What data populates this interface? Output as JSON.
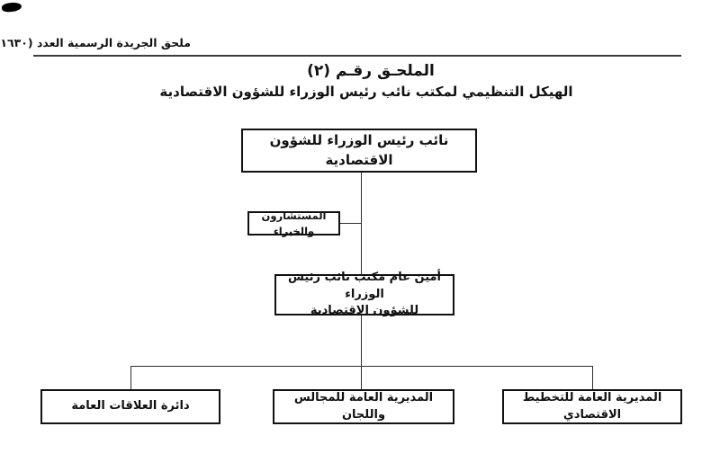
{
  "header": {
    "gazette_note": "ملحق الجريدة الرسمية العدد (١٦٣٠)"
  },
  "titles": {
    "annex": "الملحـق رقـم (٢)",
    "subtitle": "الهيكل التنظيمي لمكتب نائب رئيس الوزراء للشؤون الاقتصادية"
  },
  "org_chart": {
    "type": "org-chart",
    "root": {
      "label": "نائب رئيس الوزراء للشؤون الاقتصادية"
    },
    "advisors": {
      "label": "المستشارون والخبراء"
    },
    "secretary": {
      "line1": "أمين عام مكتب نائب رئيس الوزراء",
      "line2": "للشؤون الاقتصادية"
    },
    "departments": [
      {
        "label": "المديرية العامة للتخطيط الاقتصادي"
      },
      {
        "label": "المديرية العامة للمجالس واللجان"
      },
      {
        "label": "دائرة العلاقات العامة"
      }
    ],
    "edges": [
      "root->advisors",
      "root->secretary",
      "secretary->departments.0",
      "secretary->departments.1",
      "secretary->departments.2"
    ]
  },
  "colors": {
    "ink": "#111111",
    "connector": "#2f2f2f",
    "background": "#ffffff"
  }
}
